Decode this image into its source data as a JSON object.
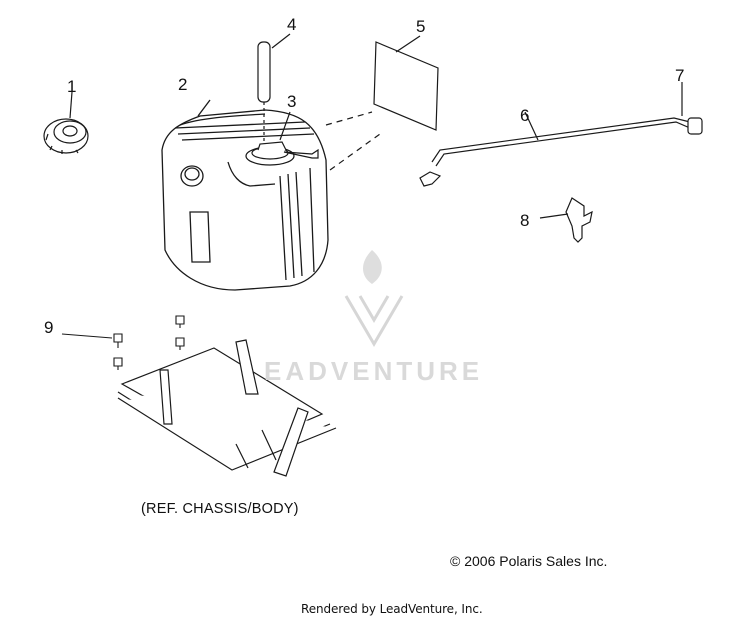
{
  "callouts": {
    "c1": "1",
    "c2": "2",
    "c3": "3",
    "c4": "4",
    "c5": "5",
    "c6": "6",
    "c7": "7",
    "c8": "8",
    "c9": "9"
  },
  "caption_ref": "(REF. CHASSIS/BODY)",
  "copyright": "© 2006 Polaris Sales Inc.",
  "rendered_by": "Rendered by LeadVenture, Inc.",
  "watermark": "LEADVENTURE",
  "watermark_visible": "EADVENTURE",
  "colors": {
    "line": "#1a1a1a",
    "watermark": "#d9d9d9",
    "background": "#ffffff"
  }
}
